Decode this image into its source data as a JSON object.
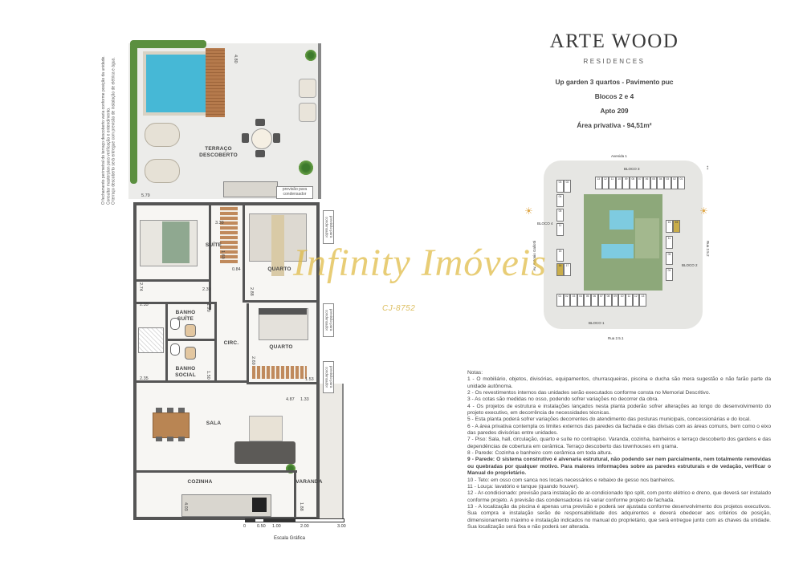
{
  "header": {
    "brand": "ARTE WOOD",
    "brand_sub": "RESIDENCES",
    "line1": "Up garden 3 quartos - Pavimento puc",
    "line2": "Blocos 2 e 4",
    "line3": "Apto 209",
    "line4": "Área privativa - 94,51m²"
  },
  "watermark": {
    "text": "Infinity Imóveis",
    "creci": "CJ-8752"
  },
  "side_note": {
    "line1": "O fechamento perimetral do terraço descoberto varia conforme posição da unidade.",
    "line2": "Consultar masterplan para verificação e entendimento.",
    "line3": "O terraço descoberto será entregue com previsão de instalação de elétrica e água."
  },
  "plan": {
    "rooms": {
      "terraco": "TERRAÇO\nDESCOBERTO",
      "suite": "SUÍTE",
      "quarto1": "QUARTO",
      "banho_suite": "BANHO\nSUÍTE",
      "circ": "CIRC.",
      "quarto2": "QUARTO",
      "banho_social": "BANHO\nSOCIAL",
      "sala": "SALA",
      "cozinha": "COZINHA",
      "varanda": "VARANDA"
    },
    "dims": {
      "d480": "4.80",
      "d579": "5.79",
      "d339": "3.39",
      "d169": "1.69",
      "d084": "0.84",
      "d274": "2.74",
      "d239": "2.39",
      "d288": "2.88",
      "d235a": "2.35",
      "d120": "1.20",
      "d235b": "2.35",
      "d150": "1.50",
      "d269": "2.69",
      "d153": "1.53",
      "d487": "4.87",
      "d133": "1.33",
      "d403": "4.03",
      "d188": "1.88"
    },
    "condensador": "previsão para\ncondensador"
  },
  "scale": {
    "ticks": [
      "0",
      "0.50",
      "1.00",
      "2.00",
      "3.00"
    ],
    "label": "Escala Gráfica"
  },
  "site": {
    "top": "Avenida 1",
    "bottom": "Rua 2.5.1",
    "left": "Av. Antonio Gallotti",
    "right": "Rua 2.5.2",
    "bloco1": "BLOCO 1",
    "bloco2": "BLOCO 2",
    "bloco3": "BLOCO 3",
    "bloco4": "BLOCO 4",
    "top_units": [
      "13",
      "12",
      "11",
      "10",
      "09",
      "08",
      "07",
      "06",
      "05",
      "04",
      "03",
      "02",
      "01"
    ],
    "bottom_units": [
      "01",
      "02",
      "03",
      "04",
      "05",
      "06",
      "07",
      "08",
      "09",
      "10",
      "11",
      "12",
      "13"
    ],
    "highlight": "16"
  },
  "notes": {
    "title": "Notas:",
    "items": [
      "1 - O mobiliário, objetos, divisórias, equipamentos, churrasqueiras, piscina e ducha são mera sugestão e não farão parte da unidade autônoma.",
      "2 - Os revestimentos internos das unidades serão executados conforme consta no Memorial Descritivo.",
      "3 - As cotas são medidas no osso, podendo sofrer variações no decorrer da obra.",
      "4 - Os projetos de estrutura e instalações lançados nesta planta poderão sofrer alterações ao longo do desenvolvimento do projeto executivo, em decorrência de necessidades técnicas.",
      "5 - Esta planta poderá sofrer variações decorrentes do atendimento das posturas municipais, concessionárias e do local.",
      "6 - A área privativa contempla os limites externos das paredes da fachada e das divisas com as áreas comuns, bem como o eixo das paredes divisórias entre unidades.",
      "7 - Piso: Sala, hall, circulação, quarto e suíte no contrapiso. Varanda, cozinha, banheiros e terraço descoberto dos gardens e das dependências de cobertura em cerâmica. Terraço descoberto das townhouses em grama.",
      "8 - Parede: Cozinha e banheiro com cerâmica em toda altura.",
      "9 - Parede: O sistema construtivo é alvenaria estrutural, não podendo ser nem parcialmente, nem totalmente removidas ou quebradas por qualquer motivo. Para maiores informações sobre as paredes estruturais e de vedação, verificar o Manual do proprietário.",
      "10 - Teto: em osso com sanca nos locais necessários e rebaixo de gesso nos banheiros.",
      "11 - Louça: lavatório e tanque (quando houver).",
      "12 - Ar-condicionado: previsão para instalação de ar-condicionado tipo split, com ponto elétrico e dreno, que deverá ser instalado conforme projeto. A previsão das condensadoras irá variar conforme projeto de fachada.",
      "13 - A localização da piscina é apenas uma previsão e poderá ser ajustada conforme desenvolvimento dos projetos executivos. Sua compra e instalação serão de responsabilidade dos adquirentes e deverá obedecer aos critérios de posição, dimensionamento máximo e instalação indicados no manual do proprietário, que será entregue junto com as chaves da unidade. Sua localização será fixa e não poderá ser alterada."
    ]
  },
  "colors": {
    "accent_gold": "#d8b544",
    "pool": "#3fb6d4",
    "wood": "#b0764a",
    "grass": "#4e8a3a"
  }
}
